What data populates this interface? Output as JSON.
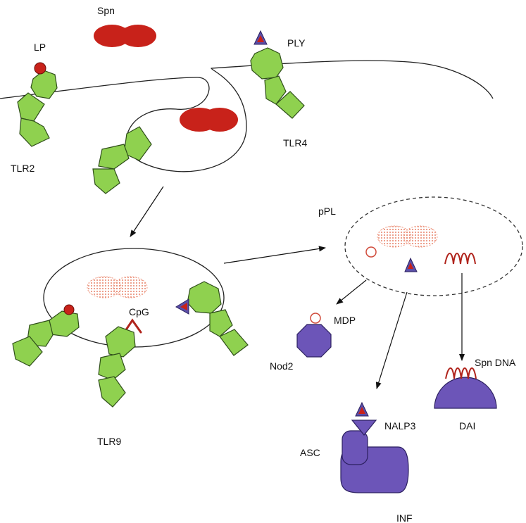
{
  "labels": {
    "spn": "Spn",
    "lp": "LP",
    "ply": "PLY",
    "tlr2": "TLR2",
    "tlr4": "TLR4",
    "ppl": "pPL",
    "cpg": "CpG",
    "mdp": "MDP",
    "nod2": "Nod2",
    "spn_dna": "Spn DNA",
    "tlr9": "TLR9",
    "nalp3": "NALP3",
    "asc": "ASC",
    "dai": "DAI",
    "inf": "INF"
  },
  "colors": {
    "receptor_green": "#8fd14f",
    "bacteria_red": "#c8221a",
    "sensor_purple": "#6c55b8",
    "toxin_blue": "#5a4fa8",
    "faded_red": "#f0a08a"
  }
}
